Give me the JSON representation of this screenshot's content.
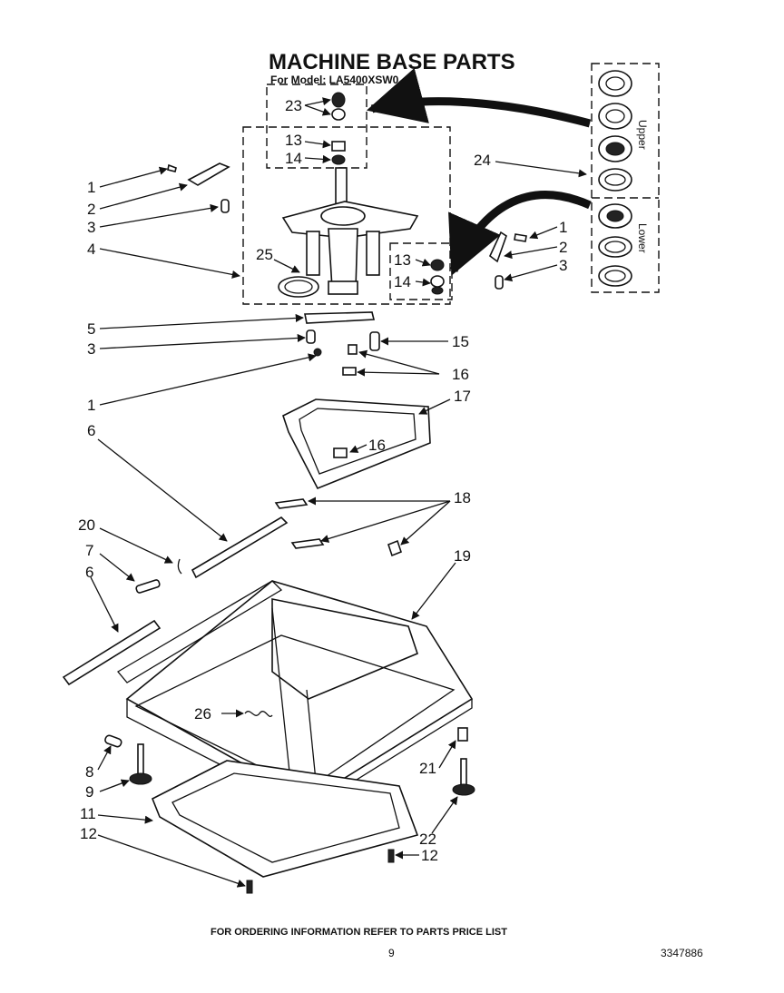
{
  "title": "MACHINE BASE PARTS",
  "subtitle": "For Model: LA5400XSW0",
  "side_labels": {
    "upper": "Upper",
    "lower": "Lower"
  },
  "callouts": {
    "c23": "23",
    "c13a": "13",
    "c14a": "14",
    "c24": "24",
    "c1a": "1",
    "c2a": "2",
    "c3a": "3",
    "c4": "4",
    "c25": "25",
    "c1b": "1",
    "c2b": "2",
    "c3b": "3",
    "c13b": "13",
    "c14b": "14",
    "c5": "5",
    "c3c": "3",
    "c15": "15",
    "c1c": "1",
    "c16a": "16",
    "c17": "17",
    "c6a": "6",
    "c16b": "16",
    "c18": "18",
    "c20": "20",
    "c7": "7",
    "c19": "19",
    "c6b": "6",
    "c26": "26",
    "c8": "8",
    "c9": "9",
    "c21": "21",
    "c11": "11",
    "c22": "22",
    "c12a": "12",
    "c12b": "12"
  },
  "footer": {
    "note": "FOR ORDERING INFORMATION REFER TO PARTS PRICE LIST",
    "page": "9",
    "doc_number": "3347886"
  }
}
